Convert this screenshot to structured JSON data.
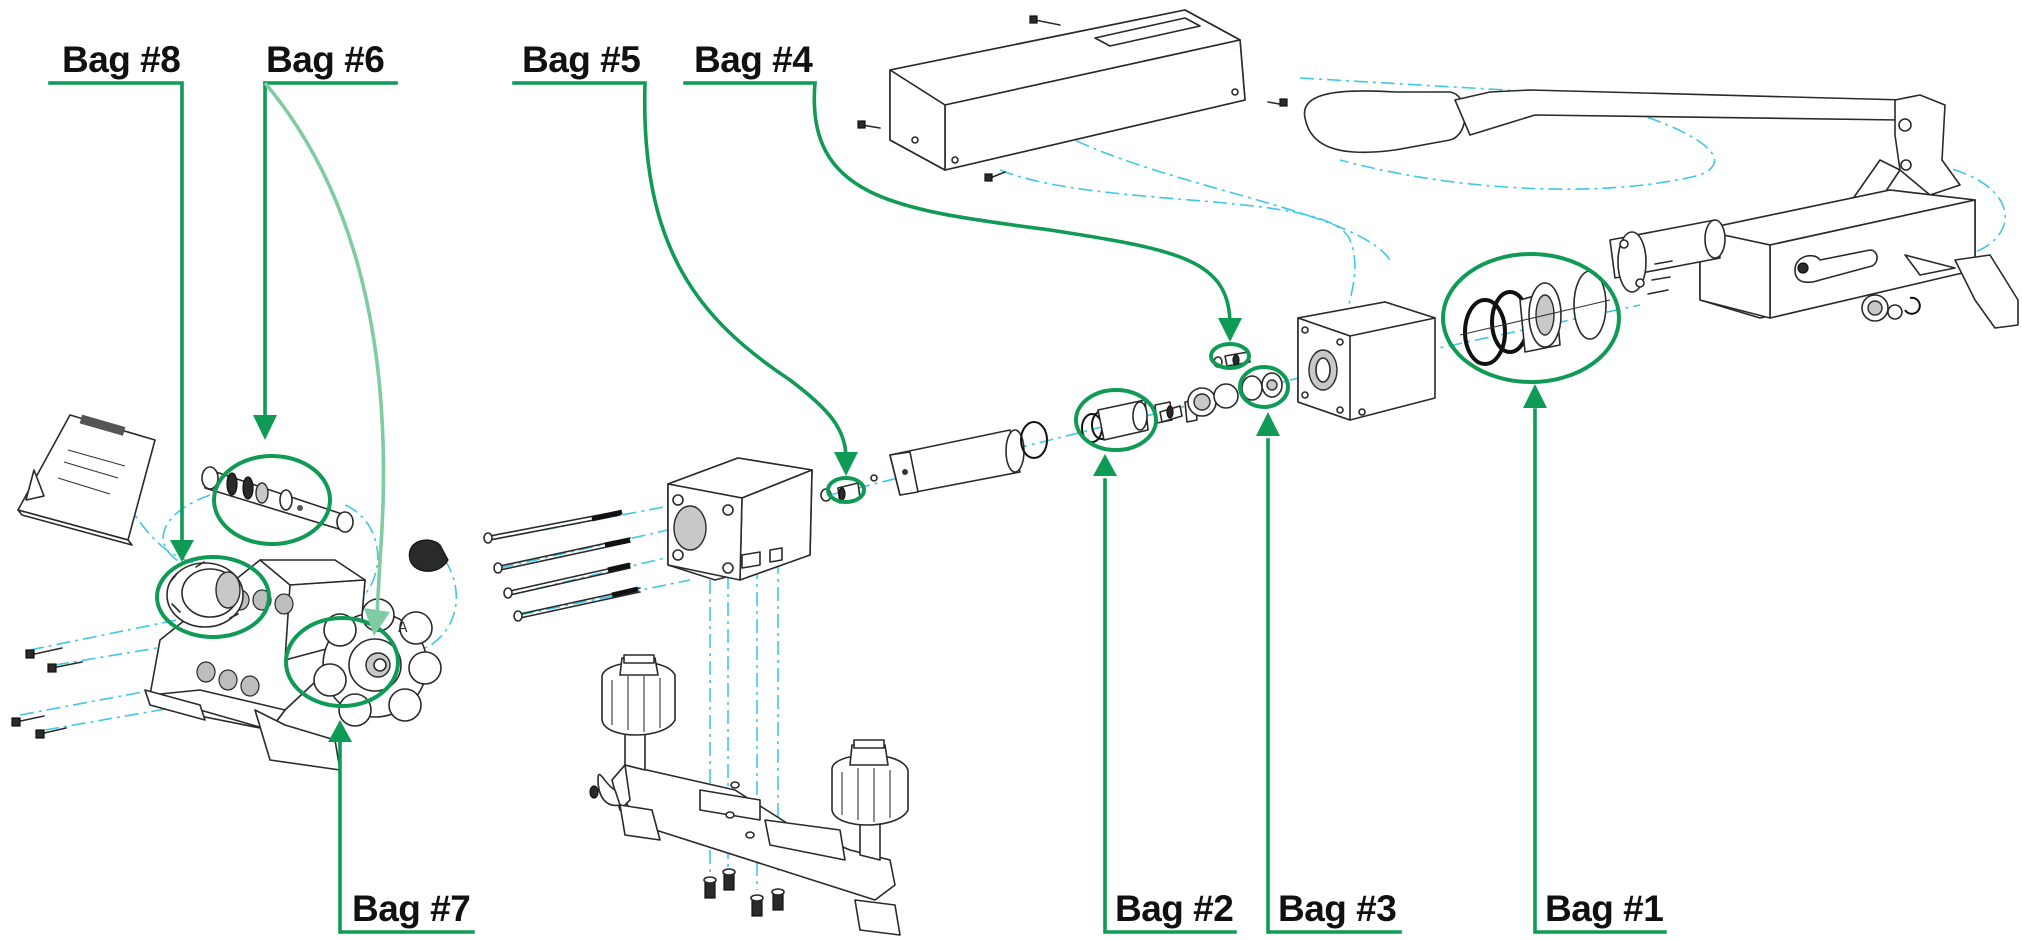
{
  "diagram": {
    "colors": {
      "accent": "#0f9a55",
      "accent_light": "#7fcba2",
      "centerline": "#3fc8e6",
      "ink": "#2a2a2a"
    },
    "labels": {
      "bag8": "Bag #8",
      "bag6": "Bag #6",
      "bag5": "Bag #5",
      "bag4": "Bag #4",
      "bag7": "Bag #7",
      "bag2": "Bag #2",
      "bag3": "Bag #3",
      "bag1": "Bag #1"
    }
  }
}
